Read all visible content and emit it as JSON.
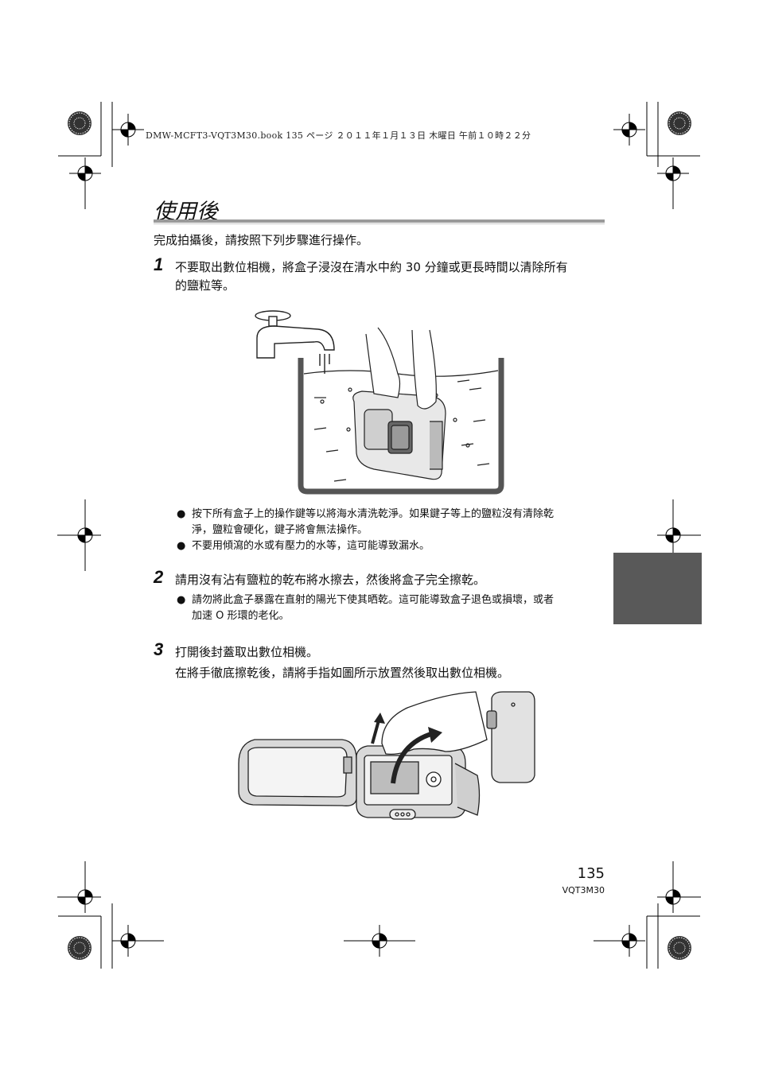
{
  "header": {
    "text": "DMW-MCFT3-VQT3M30.book  135 ページ  ２０１１年１月１３日  木曜日  午前１０時２２分"
  },
  "title": "使用後",
  "intro": "完成拍攝後，請按照下列步驟進行操作。",
  "steps": [
    {
      "number": "1",
      "line1": "不要取出數位相機，將盒子浸沒在清水中約 30 分鐘或更長時間以清除所有",
      "line2": "的鹽粒等。",
      "bullets": [
        "按下所有盒子上的操作鍵等以將海水清洗乾淨。如果鍵子等上的鹽粒沒有清除乾",
        "淨，鹽粒會硬化，鍵子將會無法操作。",
        "不要用傾瀉的水或有壓力的水等，這可能導致漏水。"
      ]
    },
    {
      "number": "2",
      "line1": "請用沒有沾有鹽粒的乾布將水擦去，然後將盒子完全擦乾。",
      "bullets": [
        "請勿將此盒子暴露在直射的陽光下使其晒乾。這可能導致盒子退色或損壞，或者",
        "加速 O 形環的老化。"
      ]
    },
    {
      "number": "3",
      "line1": "打開後封蓋取出數位相機。",
      "line2": "在將手徹底擦乾後，請將手指如圖所示放置然後取出數位相機。"
    }
  ],
  "footer": {
    "page_number": "135",
    "code": "VQT3M30"
  },
  "colors": {
    "side_tab": "#595959",
    "title_rule": "#9a9a9a"
  }
}
